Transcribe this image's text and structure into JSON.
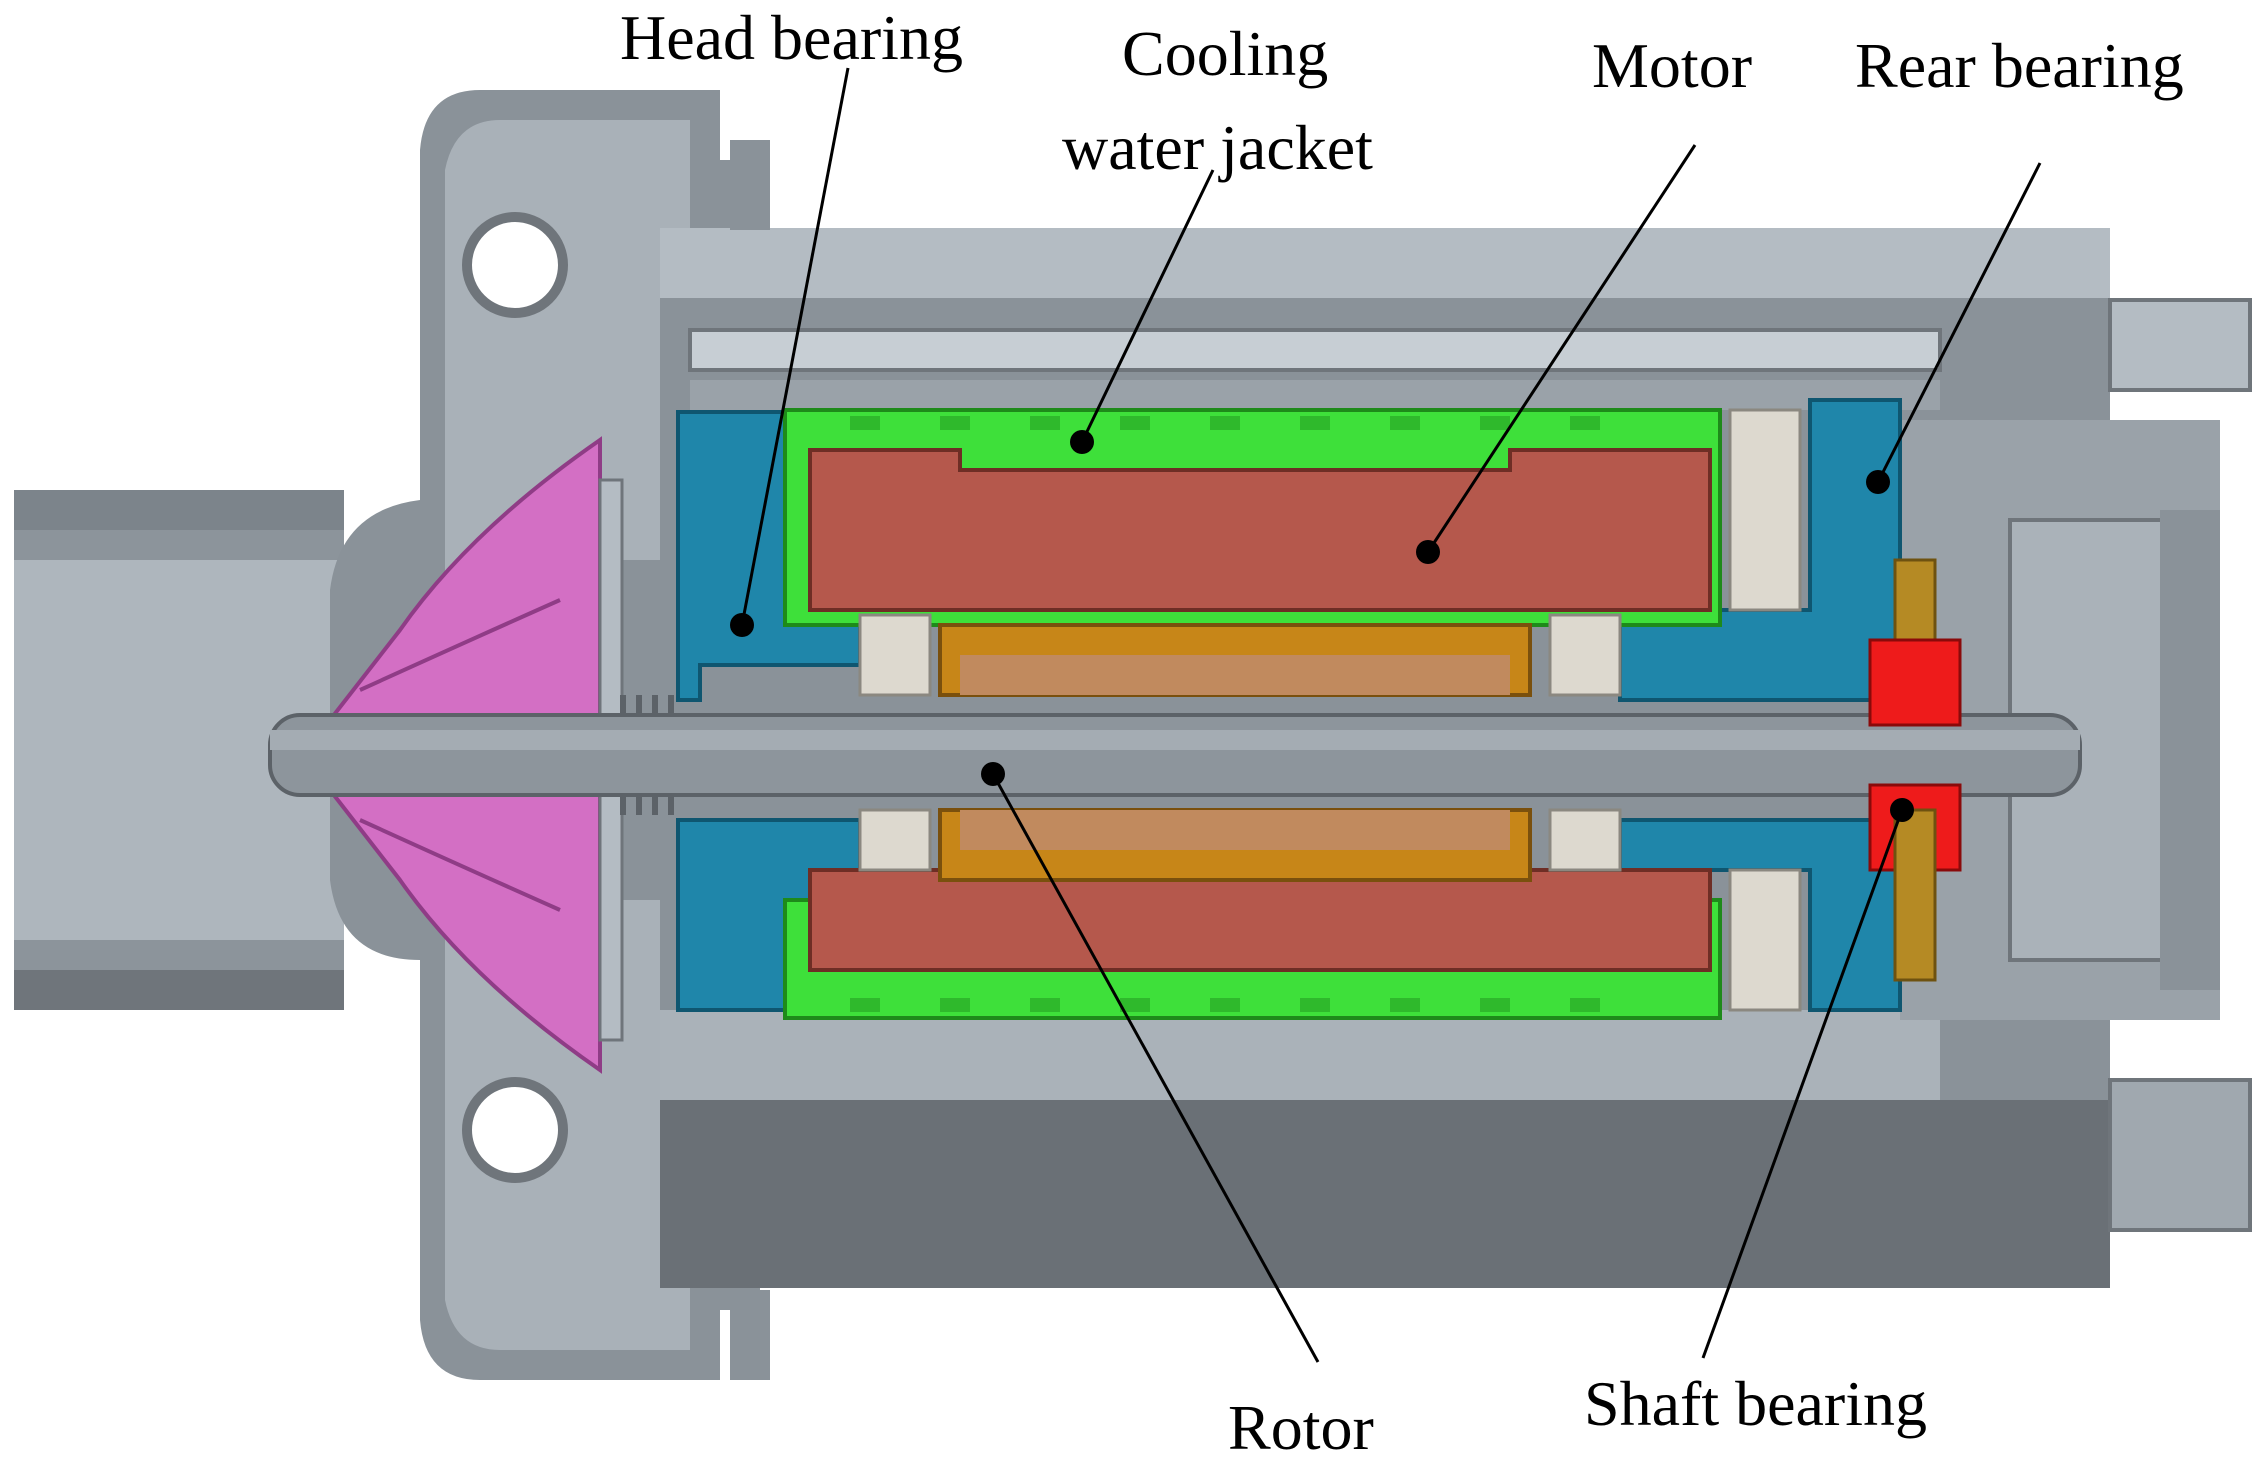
{
  "labels": {
    "head_bearing": "Head bearing",
    "cooling_line1": "Cooling",
    "cooling_line2": "water jacket",
    "motor": "Motor",
    "rear_bearing": "Rear bearing",
    "rotor": "Rotor",
    "shaft_bearing": "Shaft bearing"
  },
  "colors": {
    "housing_dark": "#6f757b",
    "housing_mid": "#8c949b",
    "housing_light": "#b4bcc3",
    "shaft": "#8d959c",
    "impeller": "#d36fc4",
    "bearing_blue": "#1f86aa",
    "cooling_green": "#3ee03a",
    "stator": "#b5584c",
    "rotor_core": "#c18a5e",
    "copper_sleeve": "#c78618",
    "shaft_bearing_red": "#ee1b1b",
    "shaft_bearing_gold": "#b58a24",
    "spacer_white": "#ddd9cf"
  }
}
